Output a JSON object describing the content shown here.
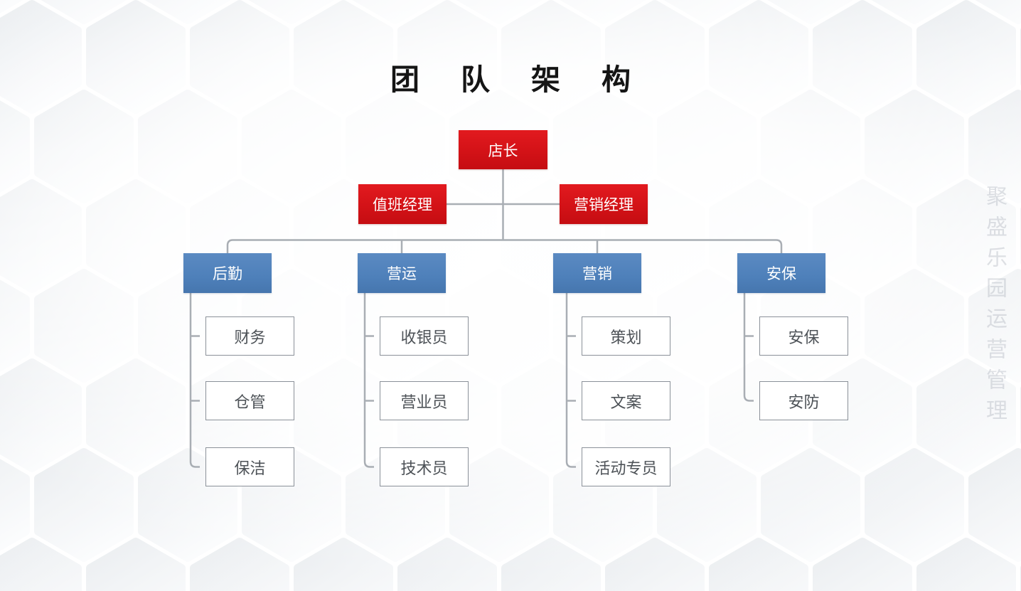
{
  "title": "团队架构",
  "watermark": "聚盛乐园运营管理",
  "colors": {
    "red": "#d31217",
    "red-light": "#e21a1f",
    "red-dark": "#c50d12",
    "blue": "#4e80ba",
    "blue-light": "#5b8ac2",
    "blue-dark": "#4676ae",
    "line": "#a9aeb4",
    "child-border": "#8b9199",
    "child-text": "#4d5257",
    "title-text": "#151515"
  },
  "org": {
    "root": {
      "label": "店长"
    },
    "staff": [
      {
        "label": "值班经理"
      },
      {
        "label": "营销经理"
      }
    ],
    "groups": [
      {
        "label": "后勤",
        "children": [
          {
            "label": "财务"
          },
          {
            "label": "仓管"
          },
          {
            "label": "保洁"
          }
        ]
      },
      {
        "label": "营运",
        "children": [
          {
            "label": "收银员"
          },
          {
            "label": "营业员"
          },
          {
            "label": "技术员"
          }
        ]
      },
      {
        "label": "营销",
        "children": [
          {
            "label": "策划"
          },
          {
            "label": "文案"
          },
          {
            "label": "活动专员"
          }
        ]
      },
      {
        "label": "安保",
        "children": [
          {
            "label": "安保"
          },
          {
            "label": "安防"
          }
        ]
      }
    ]
  }
}
